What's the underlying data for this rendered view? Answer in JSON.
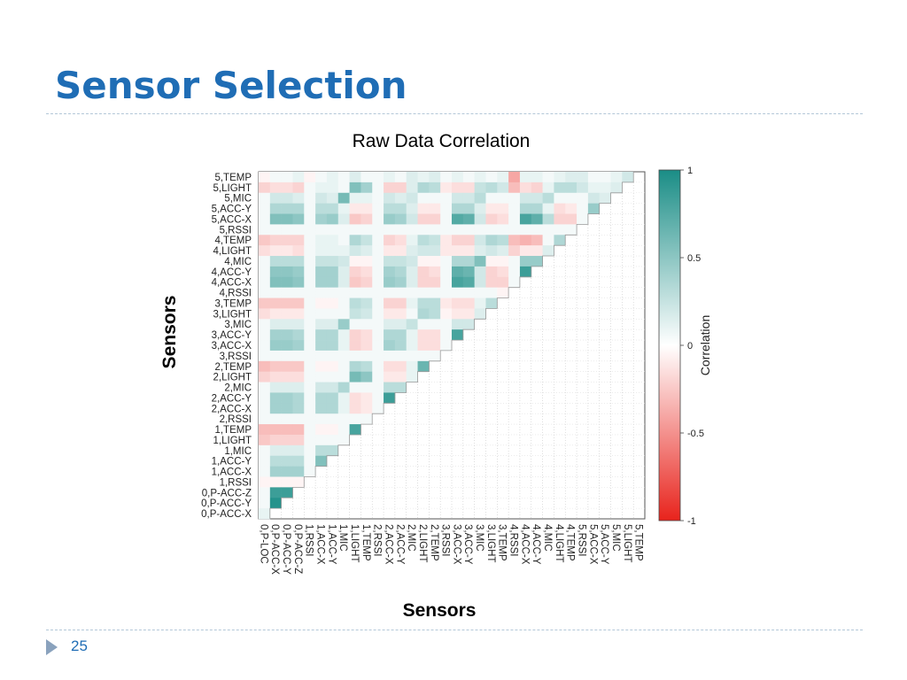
{
  "slide": {
    "title": "Sensor Selection",
    "page_number": "25",
    "title_color": "#1f6db5",
    "accent_rule_color": "#b3c7d8",
    "bullet_icon": "triangle-right-icon"
  },
  "chart_data": {
    "type": "heatmap",
    "title": "Raw Data Correlation",
    "xlabel": "Sensors",
    "ylabel": "Sensors",
    "colorbar_label": "Correlation",
    "colorbar_ticks": [
      "1",
      "0.5",
      "0",
      "-0.5",
      "-1"
    ],
    "zlim": [
      -1,
      1
    ],
    "colorscale": {
      "low": "#e8231c",
      "mid": "#ffffff",
      "high": "#1a8d86"
    },
    "lower_triangle_only": true,
    "grid": true,
    "categories": [
      "0,P-LOC",
      "0,P-ACC-X",
      "0,P-ACC-Y",
      "0,P-ACC-Z",
      "1,RSSI",
      "1,ACC-X",
      "1,ACC-Y",
      "1,MIC",
      "1,LIGHT",
      "1,TEMP",
      "2,RSSI",
      "2,ACC-X",
      "2,ACC-Y",
      "2,MIC",
      "2,LIGHT",
      "2,TEMP",
      "3,RSSI",
      "3,ACC-X",
      "3,ACC-Y",
      "3,MIC",
      "3,LIGHT",
      "3,TEMP",
      "4,RSSI",
      "4,ACC-X",
      "4,ACC-Y",
      "4,MIC",
      "4,LIGHT",
      "4,TEMP",
      "5,RSSI",
      "5,ACC-X",
      "5,ACC-Y",
      "5,MIC",
      "5,LIGHT",
      "5,TEMP"
    ],
    "y_categories": [
      "5,TEMP",
      "5,LIGHT",
      "5,MIC",
      "5,ACC-Y",
      "5,ACC-X",
      "5,RSSI",
      "4,TEMP",
      "4,LIGHT",
      "4,MIC",
      "4,ACC-Y",
      "4,ACC-X",
      "4,RSSI",
      "3,TEMP",
      "3,LIGHT",
      "3,MIC",
      "3,ACC-Y",
      "3,ACC-X",
      "3,RSSI",
      "2,TEMP",
      "2,LIGHT",
      "2,MIC",
      "2,ACC-Y",
      "2,ACC-X",
      "2,RSSI",
      "1,TEMP",
      "1,LIGHT",
      "1,MIC",
      "1,ACC-Y",
      "1,ACC-X",
      "1,RSSI",
      "0,P-ACC-Z",
      "0,P-ACC-Y",
      "0,P-ACC-X"
    ],
    "values": [
      [
        -0.05,
        0.05,
        0.05,
        0.1,
        -0.05,
        0.05,
        0.1,
        0.05,
        0.15,
        0.05,
        0.05,
        0.1,
        0.05,
        0.15,
        0.1,
        0.15,
        0.05,
        0.1,
        0.05,
        0.1,
        0.05,
        0.1,
        -0.4,
        0.1,
        0.1,
        0.05,
        0.1,
        0.15,
        0.15,
        0.05,
        0.05,
        0.1,
        0.2,
        null
      ],
      [
        -0.2,
        -0.15,
        -0.15,
        -0.2,
        0.05,
        0.1,
        0.1,
        0.05,
        0.55,
        0.4,
        0.05,
        -0.2,
        -0.2,
        0.15,
        0.35,
        0.3,
        -0.1,
        -0.15,
        -0.15,
        0.25,
        0.3,
        0.2,
        -0.3,
        -0.15,
        -0.2,
        0.1,
        0.3,
        0.3,
        0.2,
        0.1,
        0.1,
        0.15,
        null,
        null
      ],
      [
        0.05,
        0.2,
        0.2,
        0.15,
        0.05,
        0.2,
        0.15,
        0.6,
        0.1,
        0.1,
        0.05,
        0.2,
        0.15,
        0.2,
        0.05,
        0.05,
        0.05,
        0.2,
        0.2,
        0.3,
        0.05,
        0.05,
        0.05,
        0.2,
        0.2,
        0.3,
        0.05,
        0.05,
        0.05,
        0.2,
        0.15,
        null,
        null,
        null
      ],
      [
        0.05,
        0.35,
        0.35,
        0.35,
        0.05,
        0.3,
        0.3,
        0.1,
        -0.1,
        -0.1,
        0.05,
        0.3,
        0.3,
        0.15,
        -0.1,
        -0.1,
        0.05,
        0.35,
        0.35,
        0.15,
        -0.1,
        -0.1,
        0.05,
        0.35,
        0.35,
        0.1,
        -0.15,
        -0.1,
        0.05,
        0.45,
        null,
        null,
        null,
        null
      ],
      [
        0.05,
        0.55,
        0.55,
        0.5,
        0.05,
        0.4,
        0.45,
        0.15,
        -0.25,
        -0.2,
        0.05,
        0.45,
        0.4,
        0.2,
        -0.2,
        -0.2,
        0.05,
        0.75,
        0.7,
        0.2,
        -0.2,
        -0.15,
        0.05,
        0.8,
        0.7,
        0.3,
        -0.2,
        -0.2,
        0.05,
        null,
        null,
        null,
        null,
        null
      ],
      [
        0.05,
        0.05,
        0.05,
        0.05,
        0.05,
        0.05,
        0.05,
        0.05,
        0.05,
        0.05,
        0.05,
        0.05,
        0.05,
        0.05,
        0.05,
        0.05,
        0.05,
        0.05,
        0.05,
        0.05,
        0.05,
        0.05,
        0.05,
        0.05,
        0.05,
        0.05,
        0.05,
        0.05,
        null,
        null,
        null,
        null,
        null,
        null
      ],
      [
        -0.25,
        -0.2,
        -0.2,
        -0.2,
        0.05,
        0.1,
        0.1,
        0.05,
        0.35,
        0.25,
        0.05,
        -0.2,
        -0.15,
        0.1,
        0.3,
        0.25,
        -0.1,
        -0.2,
        -0.2,
        0.2,
        0.35,
        0.3,
        -0.3,
        -0.35,
        -0.3,
        0.05,
        0.35,
        null,
        null,
        null,
        null,
        null,
        null,
        null
      ],
      [
        -0.15,
        -0.1,
        -0.1,
        -0.15,
        0.05,
        0.1,
        0.1,
        0.1,
        0.2,
        0.15,
        0.05,
        -0.1,
        -0.1,
        0.15,
        0.2,
        0.2,
        -0.1,
        -0.1,
        -0.1,
        0.15,
        0.2,
        0.15,
        -0.2,
        -0.1,
        -0.1,
        0.15,
        null,
        null,
        null,
        null,
        null,
        null,
        null,
        null
      ],
      [
        0.05,
        0.3,
        0.3,
        0.3,
        0.05,
        0.25,
        0.25,
        0.2,
        -0.05,
        -0.05,
        0.05,
        0.25,
        0.25,
        0.2,
        -0.05,
        -0.05,
        0.05,
        0.35,
        0.35,
        0.55,
        -0.05,
        -0.05,
        0.05,
        0.45,
        0.45,
        null,
        null,
        null,
        null,
        null,
        null,
        null,
        null,
        null
      ],
      [
        0.05,
        0.5,
        0.5,
        0.45,
        0.05,
        0.4,
        0.4,
        0.15,
        -0.2,
        -0.15,
        0.05,
        0.4,
        0.35,
        0.15,
        -0.2,
        -0.15,
        0.05,
        0.7,
        0.65,
        0.2,
        -0.2,
        -0.15,
        0.05,
        0.85,
        null,
        null,
        null,
        null,
        null,
        null,
        null,
        null,
        null,
        null
      ],
      [
        0.05,
        0.55,
        0.55,
        0.5,
        0.05,
        0.4,
        0.4,
        0.15,
        -0.25,
        -0.2,
        0.05,
        0.45,
        0.4,
        0.15,
        -0.2,
        -0.2,
        0.05,
        0.8,
        0.75,
        0.2,
        -0.2,
        -0.2,
        0.05,
        null,
        null,
        null,
        null,
        null,
        null,
        null,
        null,
        null,
        null,
        null
      ],
      [
        0.05,
        0.05,
        0.05,
        0.05,
        0.05,
        0.05,
        0.05,
        0.05,
        0.05,
        0.05,
        0.05,
        0.05,
        0.05,
        0.05,
        0.05,
        0.05,
        0.05,
        0.05,
        0.05,
        0.05,
        0.05,
        -0.05,
        null,
        null,
        null,
        null,
        null,
        null,
        null,
        null,
        null,
        null,
        null,
        null
      ],
      [
        -0.25,
        -0.25,
        -0.25,
        -0.25,
        0.05,
        -0.05,
        -0.05,
        0.05,
        0.3,
        0.25,
        0.05,
        -0.2,
        -0.2,
        0.1,
        0.3,
        0.3,
        -0.1,
        -0.15,
        -0.15,
        0.1,
        0.3,
        null,
        null,
        null,
        null,
        null,
        null,
        null,
        null,
        null,
        null,
        null,
        null,
        null
      ],
      [
        -0.15,
        -0.1,
        -0.1,
        -0.1,
        0.05,
        0.05,
        0.05,
        0.05,
        0.25,
        0.2,
        0.05,
        -0.1,
        -0.1,
        0.05,
        0.35,
        0.3,
        -0.05,
        -0.1,
        -0.1,
        0.15,
        null,
        null,
        null,
        null,
        null,
        null,
        null,
        null,
        null,
        null,
        null,
        null,
        null,
        null
      ],
      [
        0.05,
        0.15,
        0.15,
        0.15,
        0.05,
        0.15,
        0.15,
        0.45,
        0.05,
        0.05,
        0.05,
        0.15,
        0.15,
        0.25,
        0.05,
        0.05,
        0.05,
        0.2,
        0.2,
        null,
        null,
        null,
        null,
        null,
        null,
        null,
        null,
        null,
        null,
        null,
        null,
        null,
        null,
        null
      ],
      [
        0.05,
        0.4,
        0.4,
        0.35,
        0.05,
        0.35,
        0.35,
        0.1,
        -0.2,
        -0.15,
        0.05,
        0.35,
        0.35,
        0.1,
        -0.15,
        -0.15,
        0.05,
        0.8,
        null,
        null,
        null,
        null,
        null,
        null,
        null,
        null,
        null,
        null,
        null,
        null,
        null,
        null,
        null,
        null
      ],
      [
        0.05,
        0.45,
        0.45,
        0.4,
        0.05,
        0.35,
        0.35,
        0.1,
        -0.2,
        -0.15,
        0.05,
        0.4,
        0.35,
        0.1,
        -0.15,
        -0.15,
        0.05,
        null,
        null,
        null,
        null,
        null,
        null,
        null,
        null,
        null,
        null,
        null,
        null,
        null,
        null,
        null,
        null,
        null
      ],
      [
        0.05,
        0.05,
        0.05,
        0.05,
        0.05,
        0.05,
        0.05,
        0.05,
        0.05,
        0.05,
        0.05,
        0.05,
        0.05,
        0.05,
        0.05,
        0.05,
        null,
        null,
        null,
        null,
        null,
        null,
        null,
        null,
        null,
        null,
        null,
        null,
        null,
        null,
        null,
        null,
        null,
        null
      ],
      [
        -0.3,
        -0.25,
        -0.25,
        -0.25,
        0.05,
        -0.05,
        -0.05,
        0.05,
        0.35,
        0.3,
        0.05,
        -0.15,
        -0.15,
        0.1,
        0.65,
        null,
        null,
        null,
        null,
        null,
        null,
        null,
        null,
        null,
        null,
        null,
        null,
        null,
        null,
        null,
        null,
        null,
        null,
        null
      ],
      [
        -0.2,
        -0.15,
        -0.15,
        -0.15,
        0.05,
        0.05,
        0.05,
        0.05,
        0.6,
        0.5,
        0.05,
        -0.1,
        -0.1,
        0.1,
        null,
        null,
        null,
        null,
        null,
        null,
        null,
        null,
        null,
        null,
        null,
        null,
        null,
        null,
        null,
        null,
        null,
        null,
        null,
        null
      ],
      [
        0.05,
        0.15,
        0.15,
        0.15,
        0.05,
        0.2,
        0.2,
        0.35,
        0.05,
        0.05,
        0.05,
        0.3,
        0.3,
        null,
        null,
        null,
        null,
        null,
        null,
        null,
        null,
        null,
        null,
        null,
        null,
        null,
        null,
        null,
        null,
        null,
        null,
        null,
        null,
        null
      ],
      [
        0.05,
        0.4,
        0.4,
        0.35,
        0.05,
        0.35,
        0.35,
        0.1,
        -0.15,
        -0.1,
        0.05,
        0.85,
        null,
        null,
        null,
        null,
        null,
        null,
        null,
        null,
        null,
        null,
        null,
        null,
        null,
        null,
        null,
        null,
        null,
        null,
        null,
        null,
        null,
        null
      ],
      [
        0.05,
        0.4,
        0.4,
        0.35,
        0.05,
        0.35,
        0.35,
        0.1,
        -0.15,
        -0.1,
        0.05,
        null,
        null,
        null,
        null,
        null,
        null,
        null,
        null,
        null,
        null,
        null,
        null,
        null,
        null,
        null,
        null,
        null,
        null,
        null,
        null,
        null,
        null,
        null
      ],
      [
        0.05,
        0.05,
        0.05,
        0.05,
        0.05,
        0.05,
        0.05,
        0.05,
        0.05,
        0.05,
        null,
        null,
        null,
        null,
        null,
        null,
        null,
        null,
        null,
        null,
        null,
        null,
        null,
        null,
        null,
        null,
        null,
        null,
        null,
        null,
        null,
        null,
        null,
        null
      ],
      [
        -0.3,
        -0.3,
        -0.3,
        -0.3,
        0.05,
        -0.05,
        -0.05,
        0.05,
        0.8,
        null,
        null,
        null,
        null,
        null,
        null,
        null,
        null,
        null,
        null,
        null,
        null,
        null,
        null,
        null,
        null,
        null,
        null,
        null,
        null,
        null,
        null,
        null,
        null,
        null
      ],
      [
        -0.25,
        -0.2,
        -0.2,
        -0.2,
        0.05,
        0.05,
        0.05,
        0.05,
        null,
        null,
        null,
        null,
        null,
        null,
        null,
        null,
        null,
        null,
        null,
        null,
        null,
        null,
        null,
        null,
        null,
        null,
        null,
        null,
        null,
        null,
        null,
        null,
        null,
        null
      ],
      [
        0.05,
        0.15,
        0.15,
        0.15,
        0.05,
        0.3,
        0.3,
        null,
        null,
        null,
        null,
        null,
        null,
        null,
        null,
        null,
        null,
        null,
        null,
        null,
        null,
        null,
        null,
        null,
        null,
        null,
        null,
        null,
        null,
        null,
        null,
        null,
        null,
        null
      ],
      [
        0.05,
        0.3,
        0.3,
        0.3,
        0.05,
        0.55,
        null,
        null,
        null,
        null,
        null,
        null,
        null,
        null,
        null,
        null,
        null,
        null,
        null,
        null,
        null,
        null,
        null,
        null,
        null,
        null,
        null,
        null,
        null,
        null,
        null,
        null,
        null,
        null
      ],
      [
        0.05,
        0.4,
        0.4,
        0.4,
        0.05,
        null,
        null,
        null,
        null,
        null,
        null,
        null,
        null,
        null,
        null,
        null,
        null,
        null,
        null,
        null,
        null,
        null,
        null,
        null,
        null,
        null,
        null,
        null,
        null,
        null,
        null,
        null,
        null,
        null
      ],
      [
        -0.05,
        -0.05,
        -0.05,
        -0.05,
        null,
        null,
        null,
        null,
        null,
        null,
        null,
        null,
        null,
        null,
        null,
        null,
        null,
        null,
        null,
        null,
        null,
        null,
        null,
        null,
        null,
        null,
        null,
        null,
        null,
        null,
        null,
        null,
        null,
        null
      ],
      [
        0.05,
        0.85,
        0.85,
        null,
        null,
        null,
        null,
        null,
        null,
        null,
        null,
        null,
        null,
        null,
        null,
        null,
        null,
        null,
        null,
        null,
        null,
        null,
        null,
        null,
        null,
        null,
        null,
        null,
        null,
        null,
        null,
        null,
        null,
        null
      ],
      [
        0.05,
        0.95,
        null,
        null,
        null,
        null,
        null,
        null,
        null,
        null,
        null,
        null,
        null,
        null,
        null,
        null,
        null,
        null,
        null,
        null,
        null,
        null,
        null,
        null,
        null,
        null,
        null,
        null,
        null,
        null,
        null,
        null,
        null,
        null
      ],
      [
        0.1,
        null,
        null,
        null,
        null,
        null,
        null,
        null,
        null,
        null,
        null,
        null,
        null,
        null,
        null,
        null,
        null,
        null,
        null,
        null,
        null,
        null,
        null,
        null,
        null,
        null,
        null,
        null,
        null,
        null,
        null,
        null,
        null,
        null
      ]
    ]
  }
}
